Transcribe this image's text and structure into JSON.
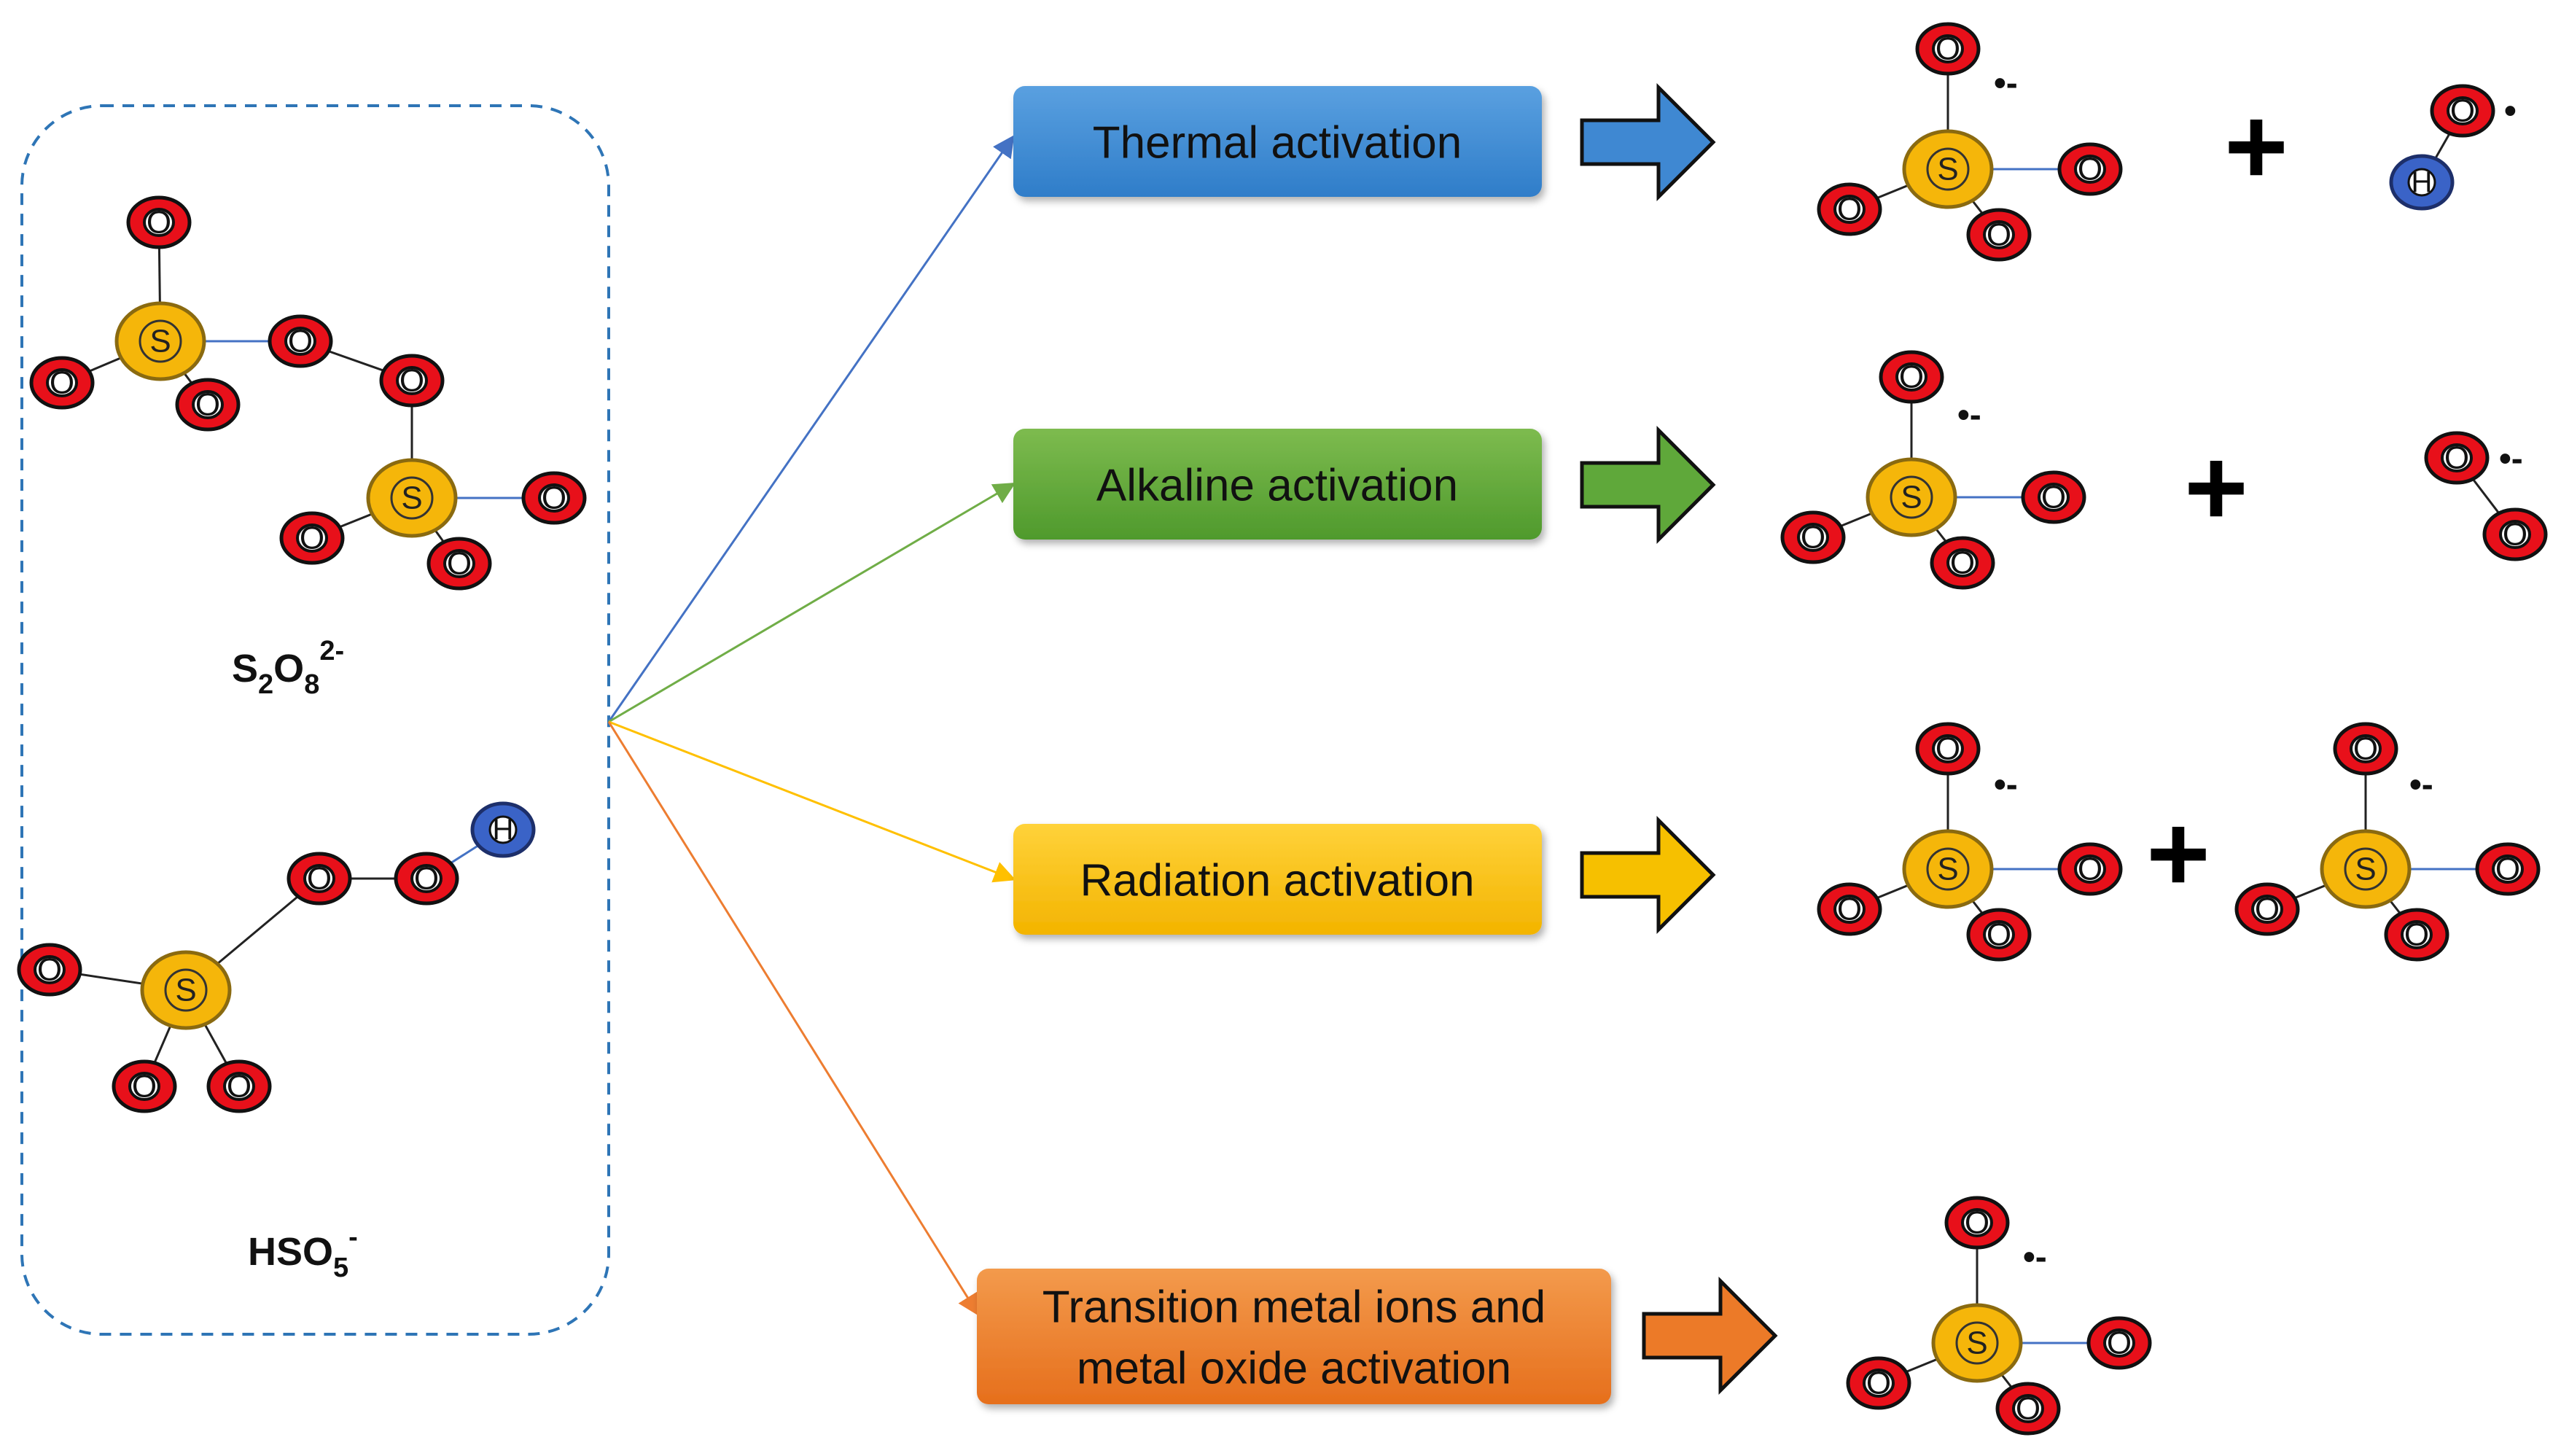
{
  "reactants": {
    "persulfate_label": {
      "main": "S",
      "sub1": "2",
      "mid": "O",
      "sub2": "8",
      "sup": "2-"
    },
    "peroxymonosulfate_label": {
      "main": "HSO",
      "sub": "5",
      "sup": "-"
    }
  },
  "activations": [
    {
      "label": "Thermal activation",
      "color_top": "#5aa0e0",
      "color_bottom": "#2f7dc9",
      "arrow_color": "#3f88d2"
    },
    {
      "label": "Alkaline activation",
      "color_top": "#7dbb4f",
      "color_bottom": "#4f9a2c",
      "arrow_color": "#5fa83a"
    },
    {
      "label": "Radiation activation",
      "color_top": "#ffd23a",
      "color_bottom": "#f3b400",
      "arrow_color": "#f6c000"
    },
    {
      "label_line1": "Transition metal ions and",
      "label_line2": "metal oxide activation",
      "color_top": "#f39a4c",
      "color_bottom": "#e66f1c",
      "arrow_color": "#ec7a28"
    }
  ],
  "atoms": {
    "oxygen": "O",
    "sulfur": "S",
    "hydrogen": "H"
  },
  "radical_mark": "•-",
  "radical_dot": "•",
  "plus": "+",
  "colors": {
    "oxygen": "#e8101a",
    "sulfur": "#f5b60a",
    "hydrogen": "#3a63c7",
    "dashed_border": "#2e75b6"
  }
}
